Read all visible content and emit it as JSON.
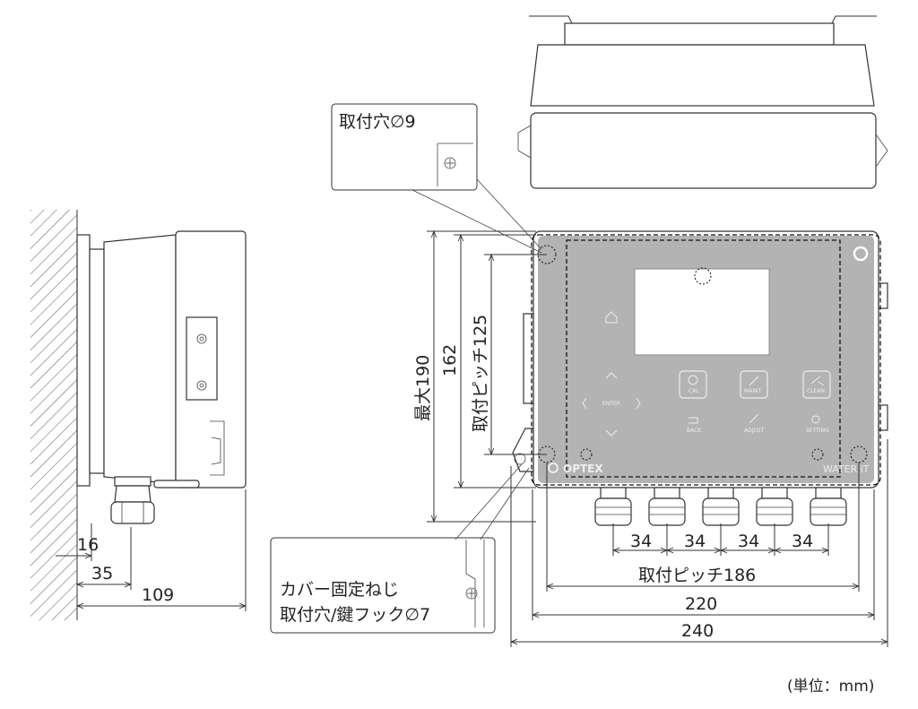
{
  "labels": {
    "mount_hole": "取付穴∅9",
    "max_height": "最大190",
    "height_162": "162",
    "pitch_v": "取付ピッチ125",
    "cover_screw_line1": "カバー固定ねじ",
    "cover_screw_line2": "取付穴/鍵フック∅7",
    "gland_pitch_1": "34",
    "gland_pitch_2": "34",
    "gland_pitch_3": "34",
    "gland_pitch_4": "34",
    "pitch_h": "取付ピッチ186",
    "width_220": "220",
    "width_240": "240",
    "side_16": "16",
    "side_35": "35",
    "side_109": "109",
    "unit": "(単位：mm)"
  },
  "panel": {
    "brand": "OPTEX",
    "model": "WATER iT",
    "buttons": {
      "cal": "CAL",
      "maint": "MAINT",
      "clean": "CLEAN",
      "enter": "ENTER",
      "back": "BACK",
      "adjust": "ADJUST",
      "setting": "SETTING"
    }
  }
}
